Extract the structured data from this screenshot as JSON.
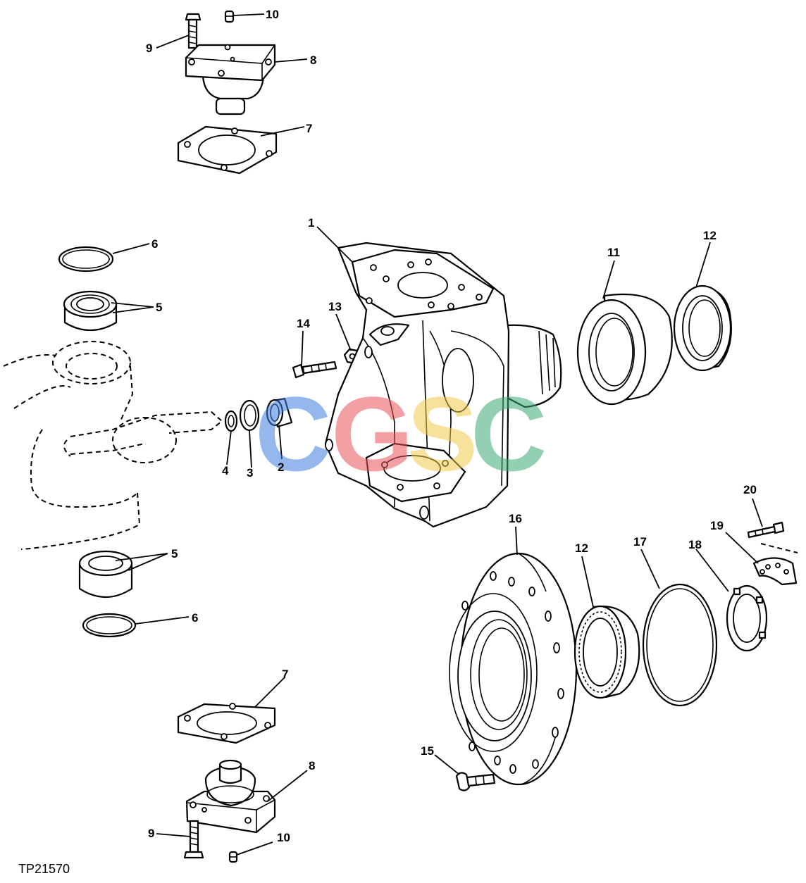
{
  "drawing_id": "TP21570",
  "watermark": {
    "letters": [
      "C",
      "G",
      "S",
      "C"
    ],
    "colors": [
      "#3d7fe0",
      "#e8545a",
      "#f2c94a",
      "#3aa876"
    ]
  },
  "callouts": {
    "c1": "1",
    "c2": "2",
    "c3": "3",
    "c4": "4",
    "c5a": "5",
    "c5b": "5",
    "c6a": "6",
    "c6b": "6",
    "c7a": "7",
    "c7b": "7",
    "c8a": "8",
    "c8b": "8",
    "c9a": "9",
    "c9b": "9",
    "c10a": "10",
    "c10b": "10",
    "c11": "11",
    "c12a": "12",
    "c12b": "12",
    "c13": "13",
    "c14": "14",
    "c15": "15",
    "c16": "16",
    "c17": "17",
    "c18": "18",
    "c19": "19",
    "c20": "20"
  }
}
